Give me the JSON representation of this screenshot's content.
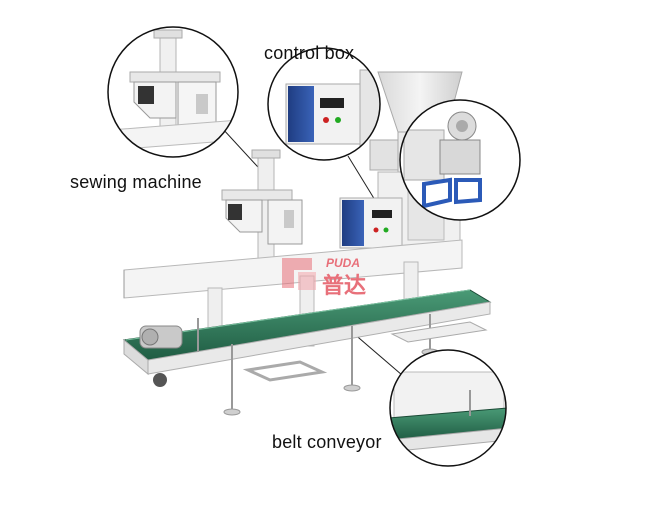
{
  "labels": {
    "control_box": "control box",
    "sewing_machine": "sewing machine",
    "belt_conveyor": "belt conveyor"
  },
  "watermark": {
    "brand_en": "PUDA",
    "brand_cn": "普达",
    "color": "#e8707a"
  },
  "colors": {
    "frame": "#f2f2f2",
    "frame_edge": "#b8b8b8",
    "belt": "#2f7a5a",
    "control_box": "#2b4c9a",
    "callout_accent": "#2b5ab8",
    "callout_border": "#111111"
  },
  "icons": [
    "sewing-machine-icon",
    "control-box-icon",
    "hopper-icon",
    "belt-conveyor-icon",
    "motor-icon"
  ]
}
